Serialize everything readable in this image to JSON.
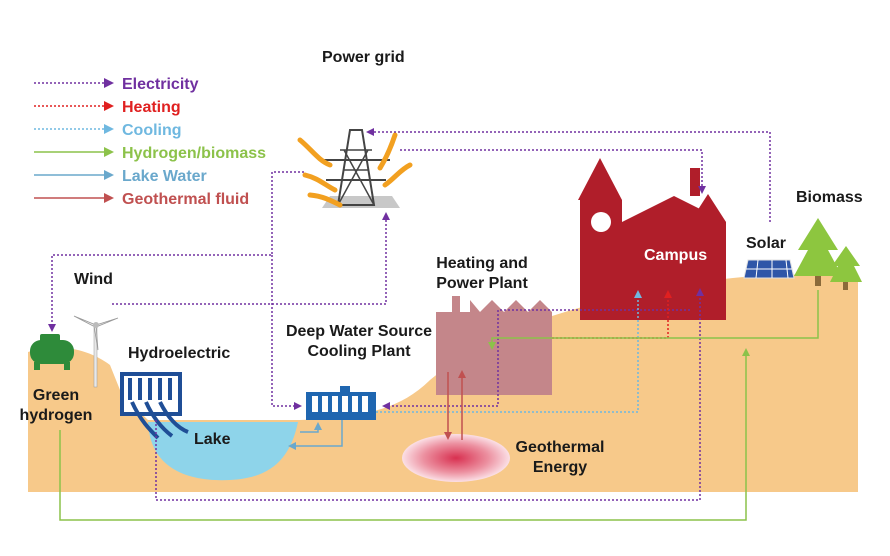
{
  "legend": [
    {
      "label": "Electricity",
      "color": "#7030a0",
      "style": "dotted"
    },
    {
      "label": "Heating",
      "color": "#e02020",
      "style": "dotted"
    },
    {
      "label": "Cooling",
      "color": "#6fb8e0",
      "style": "dotted"
    },
    {
      "label": "Hydrogen/biomass",
      "color": "#8cc24a",
      "style": "solid"
    },
    {
      "label": "Lake Water",
      "color": "#6aa8cc",
      "style": "solid"
    },
    {
      "label": "Geothermal fluid",
      "color": "#c05050",
      "style": "solid"
    }
  ],
  "labels": {
    "power_grid": "Power grid",
    "wind": "Wind",
    "green_hydrogen": "Green\nhydrogen",
    "hydroelectric": "Hydroelectric",
    "lake": "Lake",
    "deep_water": "Deep Water Source\nCooling Plant",
    "heating_plant": "Heating and\nPower Plant",
    "campus": "Campus",
    "solar": "Solar",
    "biomass": "Biomass",
    "geothermal": "Geothermal\nEnergy"
  },
  "colors": {
    "ground": "#f7c98a",
    "campus": "#b01e2a",
    "lake": "#8ed4ea",
    "plant": "#c4868a",
    "tree": "#8dc63f",
    "electricity": "#7030a0",
    "heating": "#e02020",
    "cooling": "#6fb8e0",
    "hydrogen": "#8cc24a",
    "lake_water": "#6aa8cc",
    "geothermal": "#c05050"
  }
}
